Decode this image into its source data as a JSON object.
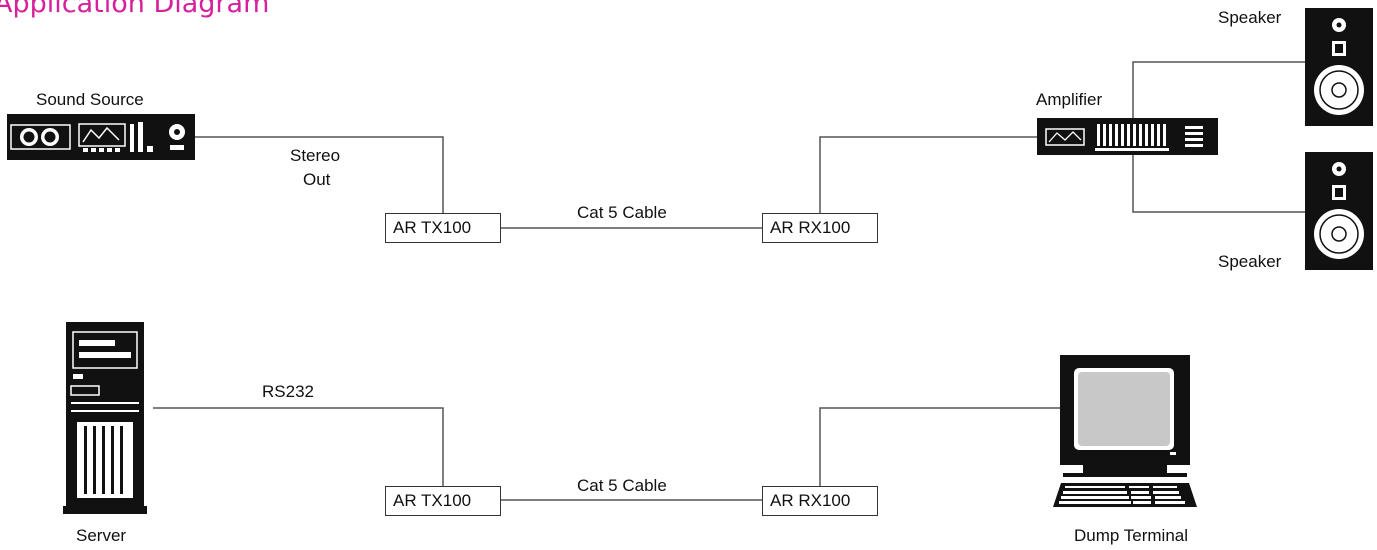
{
  "title": "Application Diagram",
  "audio": {
    "source_label": "Sound Source",
    "stereo_label_1": "Stereo",
    "stereo_label_2": "Out",
    "cable_label": "Cat 5 Cable",
    "tx_label": "AR TX100",
    "rx_label": "AR RX100",
    "amplifier_label": "Amplifier",
    "speaker_top_label": "Speaker",
    "speaker_bottom_label": "Speaker"
  },
  "serial": {
    "server_label": "Server",
    "rs232_label": "RS232",
    "cable_label": "Cat 5 Cable",
    "tx_label": "AR TX100",
    "rx_label": "AR RX100",
    "terminal_label": "Dump Terminal"
  },
  "colors": {
    "title": "#d6219c",
    "line": "#555555",
    "device_dark": "#111111"
  }
}
